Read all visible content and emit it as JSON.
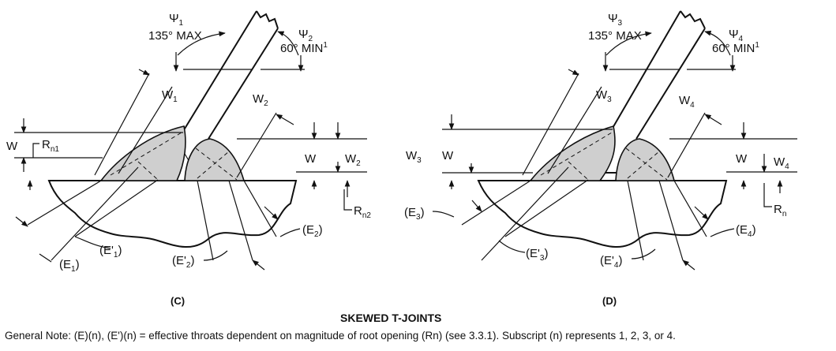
{
  "title": "SKEWED T-JOINTS",
  "general_note": "General Note: (E)(n), (E')(n) = effective throats dependent on magnitude of root opening (Rn) (see 3.3.1). Subscript (n) represents 1, 2, 3, or 4.",
  "panel_c": {
    "caption": "(C)",
    "psi1": {
      "name": "Ψ",
      "sub": "1",
      "value": "135° MAX"
    },
    "psi2": {
      "name": "Ψ",
      "sub": "2",
      "value": "60° MIN",
      "sup": "1"
    },
    "w_left": "W",
    "w_left_sub": "1",
    "w_right": "W",
    "w_right_sub": "2",
    "w_dim_left": "W",
    "rn_left": "R",
    "rn_left_sub": "n1",
    "w_dim_right": "W",
    "w2_dim": "W",
    "w2_dim_sub": "2",
    "rn_right": "R",
    "rn_right_sub": "n2",
    "e1": "(E",
    "e1_sub": "1",
    "e1_close": ")",
    "ep1": "(E'",
    "ep1_sub": "1",
    "ep1_close": ")",
    "ep2": "(E'",
    "ep2_sub": "2",
    "ep2_close": ")",
    "e2": "(E",
    "e2_sub": "2",
    "e2_close": ")"
  },
  "panel_d": {
    "caption": "(D)",
    "psi3": {
      "name": "Ψ",
      "sub": "3",
      "value": "135° MAX"
    },
    "psi4": {
      "name": "Ψ",
      "sub": "4",
      "value": "60° MIN",
      "sup": "1"
    },
    "w_left": "W",
    "w_left_sub": "3",
    "w_right": "W",
    "w_right_sub": "4",
    "w3_dim": "W",
    "w3_dim_sub": "3",
    "w_dim_left": "W",
    "w_dim_right": "W",
    "w4_dim": "W",
    "w4_dim_sub": "4",
    "rn": "R",
    "rn_sub": "n",
    "e3": "(E",
    "e3_sub": "3",
    "e3_close": ")",
    "ep3": "(E'",
    "ep3_sub": "3",
    "ep3_close": ")",
    "ep4": "(E'",
    "ep4_sub": "4",
    "ep4_close": ")",
    "e4": "(E",
    "e4_sub": "4",
    "e4_close": ")"
  }
}
